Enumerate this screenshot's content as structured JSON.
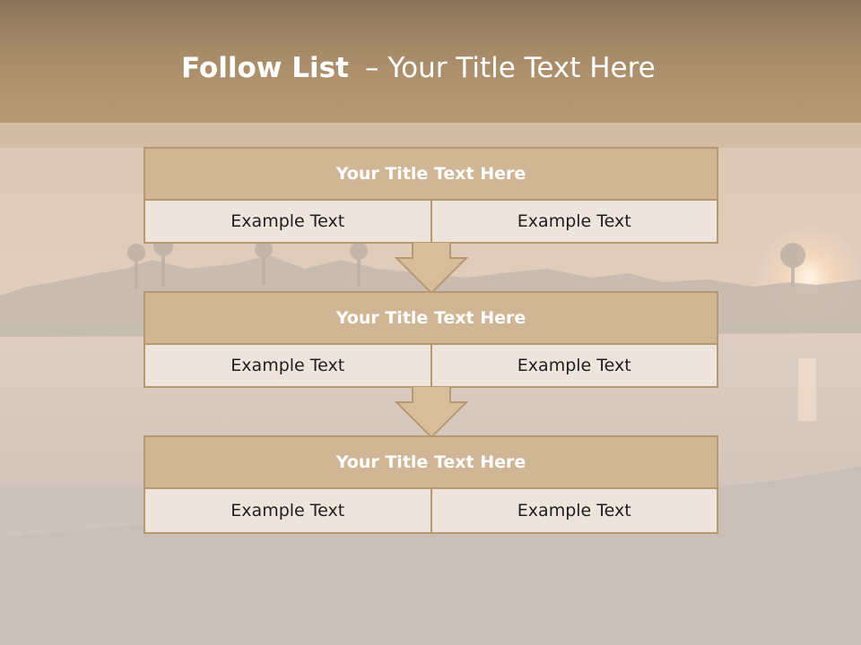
{
  "slide": {
    "title_bold": "Follow List",
    "title_dash": "–",
    "title_rest": "Your Title Text Here"
  },
  "blocks": [
    {
      "title": "Your Title Text Here",
      "left": "Example Text",
      "right": "Example Text"
    },
    {
      "title": "Your Title Text Here",
      "left": "Example Text",
      "right": "Example Text"
    },
    {
      "title": "Your Title Text Here",
      "left": "Example Text",
      "right": "Example Text"
    }
  ],
  "colors": {
    "header": "#a88c69",
    "block_title_fill": "#d0b694",
    "block_border": "#b79870",
    "block_body_fill": "#ede5db",
    "arrow_fill": "#d6bd9c"
  }
}
